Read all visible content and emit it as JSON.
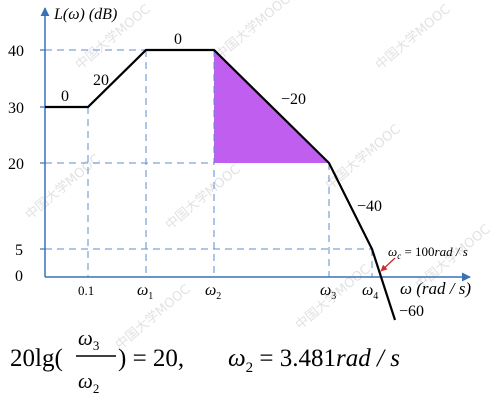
{
  "watermark": "中国大学MOOC",
  "diagram": {
    "y_axis_label": "L(ω) (dB)",
    "x_axis_label": "ω (rad / s)",
    "x_ticks": [
      "0.1",
      "ω1",
      "ω2",
      "ω3",
      "ω4"
    ],
    "y_ticks": [
      "40",
      "30",
      "20",
      "5",
      "0"
    ],
    "slopes": [
      "0",
      "20",
      "0",
      "−20",
      "−40",
      "−60"
    ],
    "omega_c_annotation": "ω_c = 100rad / s",
    "shaded_region_color": "#c05ef0",
    "axis_color": "#3a72b8",
    "guide_color": "#5a8fd0"
  },
  "equation": "20lg(ω3/ω2) = 20,   ω2 = 3.481rad / s"
}
